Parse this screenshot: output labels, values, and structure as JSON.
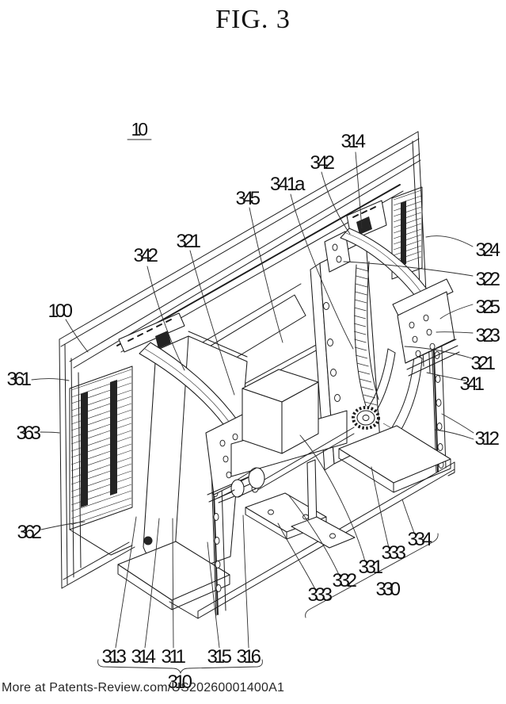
{
  "figure": {
    "title": "FIG. 3"
  },
  "footer": {
    "watermark": "More at Patents-Review.com/US20260001400A1"
  },
  "colors": {
    "ink": "#1b1b1b",
    "background": "#ffffff"
  },
  "labels": {
    "assembly": "10",
    "panel": "100",
    "n314_top": "314",
    "n342_top": "342",
    "n341a": "341a",
    "n345": "345",
    "n321_left": "321",
    "n342_left": "342",
    "n361": "361",
    "n363": "363",
    "n362": "362",
    "n324": "324",
    "n322": "322",
    "n325": "325",
    "n323": "323",
    "n321_right": "321",
    "n341": "341",
    "n312": "312",
    "n334": "334",
    "n333_right": "333",
    "n331": "331",
    "n332": "332",
    "n333_left": "333",
    "n330": "330",
    "n313": "313",
    "n314_bottom": "314",
    "n311": "311",
    "n315": "315",
    "n316": "316",
    "n310": "310"
  }
}
